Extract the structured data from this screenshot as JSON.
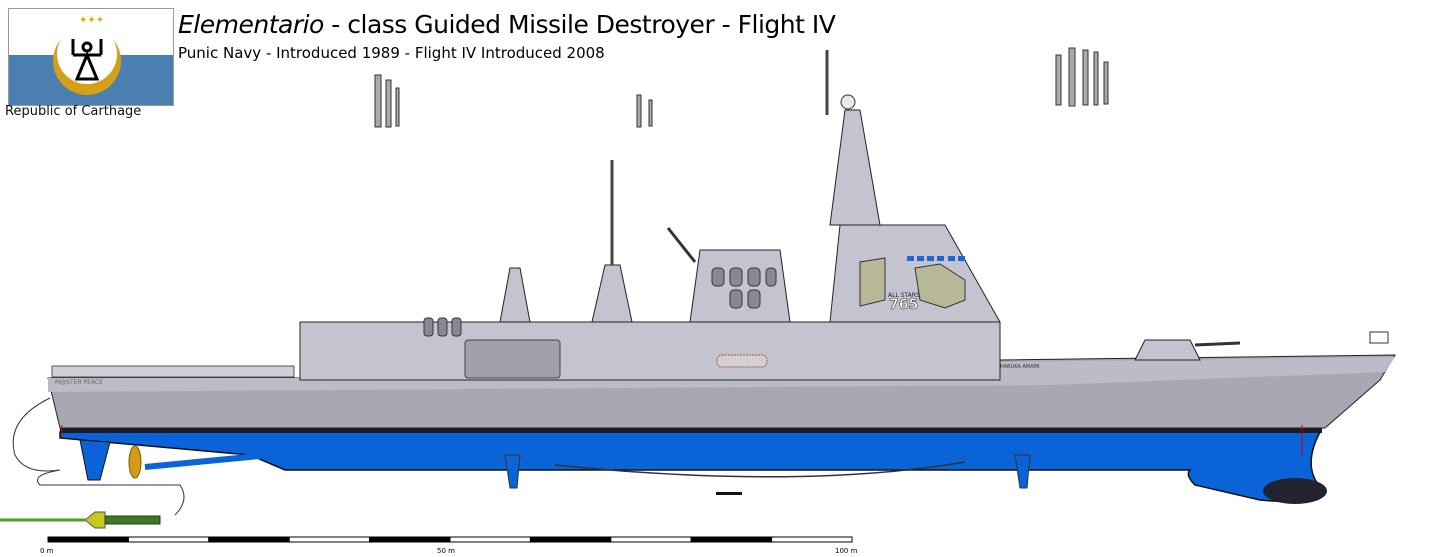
{
  "header": {
    "title_class": "Elementario",
    "title_rest": " - class Guided Missile Destroyer - Flight IV",
    "subtitle": "Punic Navy - Introduced 1989 - Flight IV Introduced 2008"
  },
  "flag": {
    "caption": "Republic of Carthage",
    "colors": {
      "top": "#ffffff",
      "bottom": "#4a7fb0",
      "emblem": "#d4a017"
    }
  },
  "ship": {
    "stern_name": "M@STER PEACE",
    "bow_name": "HARUKA AMAMI",
    "bridge_text": "ALL STARS",
    "hull_number": "765",
    "colors": {
      "upper": "#c4c4d0",
      "hull": "#a8a8b4",
      "underwater": "#0a64d8",
      "waterline": "#1a1a22"
    }
  },
  "scale": {
    "labels": [
      "0 m",
      "50 m",
      "100 m"
    ],
    "segments": 10
  }
}
